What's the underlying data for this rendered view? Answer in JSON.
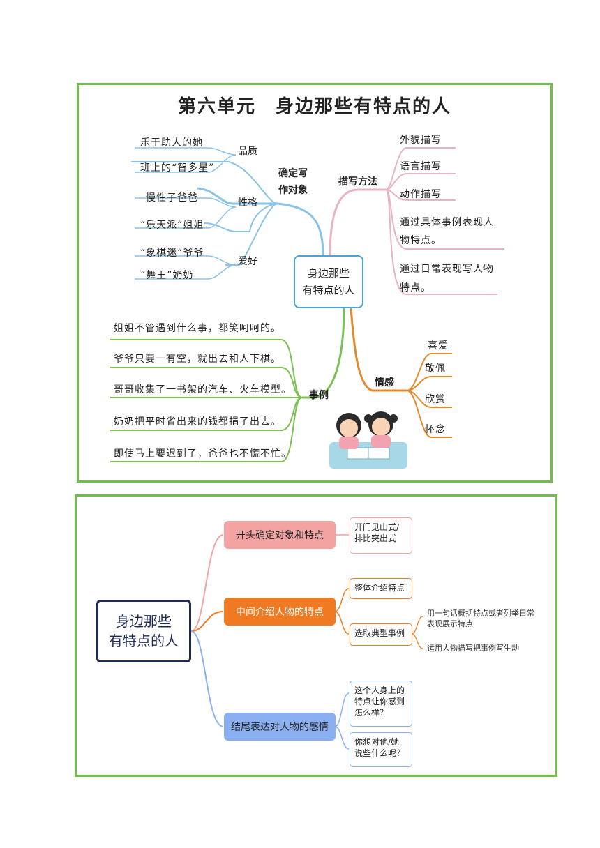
{
  "map1": {
    "title": "第六单元　身边那些有特点的人",
    "center": [
      "身边那些",
      "有特点的人"
    ],
    "branch_object": {
      "label": [
        "确定写",
        "作对象"
      ],
      "groups": [
        {
          "label": "品质",
          "items": [
            "乐于助人的她",
            "班上的“智多星”"
          ]
        },
        {
          "label": "性格",
          "items": [
            "慢性子爸爸",
            "“乐天派”姐姐"
          ]
        },
        {
          "label": "爱好",
          "items": [
            "“象棋迷”爷爷",
            "“舞王”奶奶"
          ]
        }
      ]
    },
    "branch_method": {
      "label": "描写方法",
      "items": [
        "外貌描写",
        "语言描写",
        "动作描写",
        "通过具体事例表现人",
        "物特点。",
        "通过日常表现写人物",
        "特点。"
      ]
    },
    "branch_example": {
      "label": "事例",
      "items": [
        "姐姐不管遇到什么事，都笑呵呵的。",
        "爷爷只要一有空，就出去和人下棋。",
        "哥哥收集了一书架的汽车、火车模型。",
        "奶奶把平时省出来的钱都捐了出去。",
        "即使马上要迟到了，爸爸也不慌不忙。"
      ]
    },
    "branch_emotion": {
      "label": "情感",
      "items": [
        "喜爱",
        "敬佩",
        "欣赏",
        "怀念"
      ]
    }
  },
  "map2": {
    "center": [
      "身边那些",
      "有特点的人"
    ],
    "opening": {
      "label": "开头确定对象和特点",
      "detail": "开门见山式/排比突出式"
    },
    "middle": {
      "label": "中间介绍人物的特点",
      "sub1": "整体介绍特点",
      "sub2": "选取典型事例",
      "sub2_details": [
        "用一句话概括特点或者列举日常表现展示特点",
        "运用人物描写把事例写生动"
      ]
    },
    "ending": {
      "label": "结尾表达对人物的感情",
      "details": [
        "这个人身上的特点让你感到怎么样？",
        "你想对他/她说些什么呢？"
      ]
    },
    "colors": {
      "opening": "#f4a3a3",
      "middle": "#f07a22",
      "ending": "#8ab0f2",
      "center_border": "#1f2a55"
    }
  }
}
